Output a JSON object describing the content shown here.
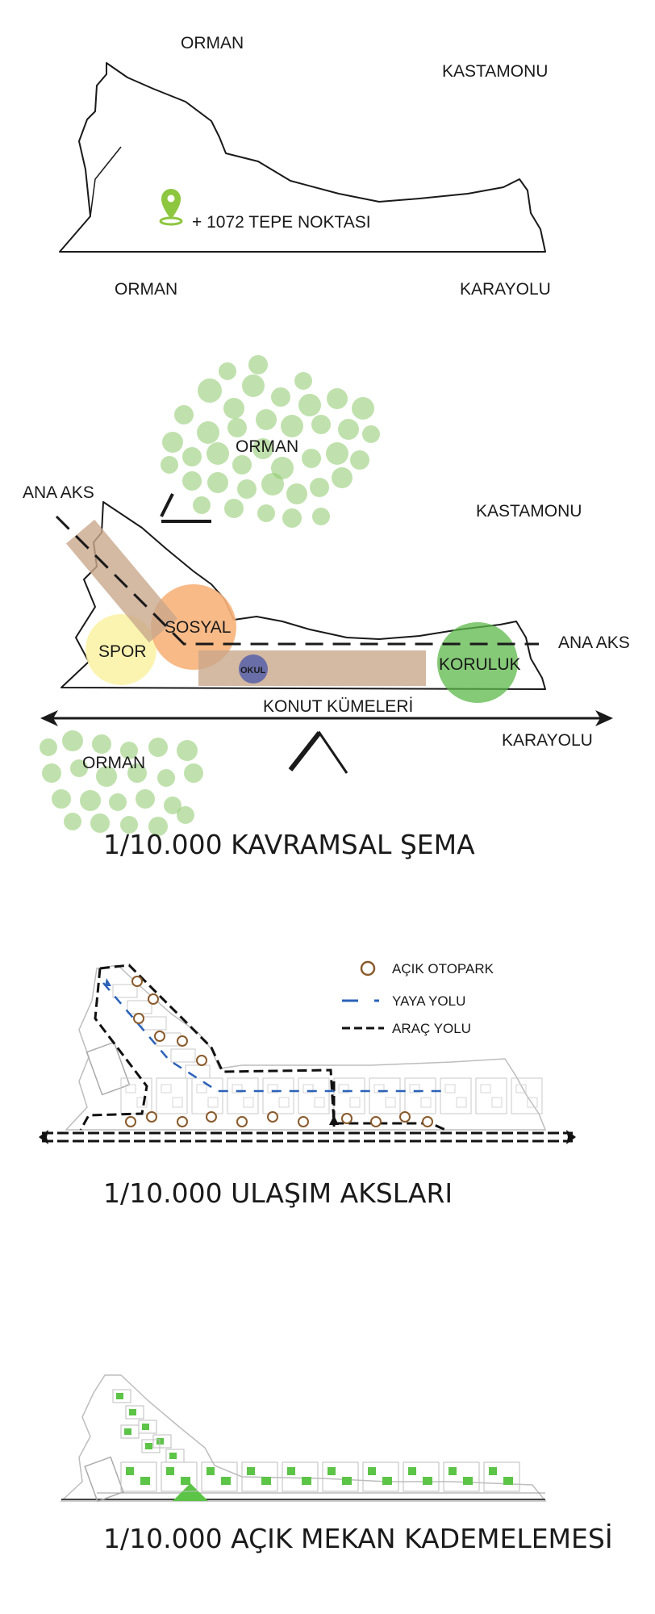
{
  "colors": {
    "tree_green": "#8cc86a",
    "marker_green": "#8dc63f",
    "beige_block": "#c9a88c",
    "sosyal_orange": "#f7b27a",
    "spor_yellow": "#fbf3a8",
    "okul_purple": "#6a6ea8",
    "koruluk_green": "#5cb84a",
    "yaya_blue": "#2a62b8",
    "otopark_brown": "#8a5a2b",
    "open_space_green": "#5cc447"
  },
  "site_map": {
    "orman_top": "ORMAN",
    "kastamonu": "KASTAMONU",
    "orman_bottom": "ORMAN",
    "karayolu": "KARAYOLU",
    "peak_label": "+ 1072 TEPE NOKTASI",
    "marker_icon": "location-pin-icon"
  },
  "concept": {
    "orman_top": "ORMAN",
    "ana_aks_left": "ANA AKS",
    "kastamonu": "KASTAMONU",
    "sosyal": "SOSYAL",
    "spor": "SPOR",
    "okul": "OKUL",
    "koruluk": "KORULUK",
    "ana_aks_right": "ANA AKS",
    "konut": "KONUT KÜMELERİ",
    "karayolu": "KARAYOLU",
    "orman_bottom": "ORMAN",
    "title": "1/10.000 KAVRAMSAL ŞEMA"
  },
  "transport": {
    "legend_otopark": "AÇIK OTOPARK",
    "legend_yaya": "YAYA YOLU",
    "legend_arac": "ARAÇ YOLU",
    "title": "1/10.000 ULAŞIM AKSLARI"
  },
  "open_space": {
    "title": "1/10.000 AÇIK MEKAN KADEMELEMESİ"
  }
}
